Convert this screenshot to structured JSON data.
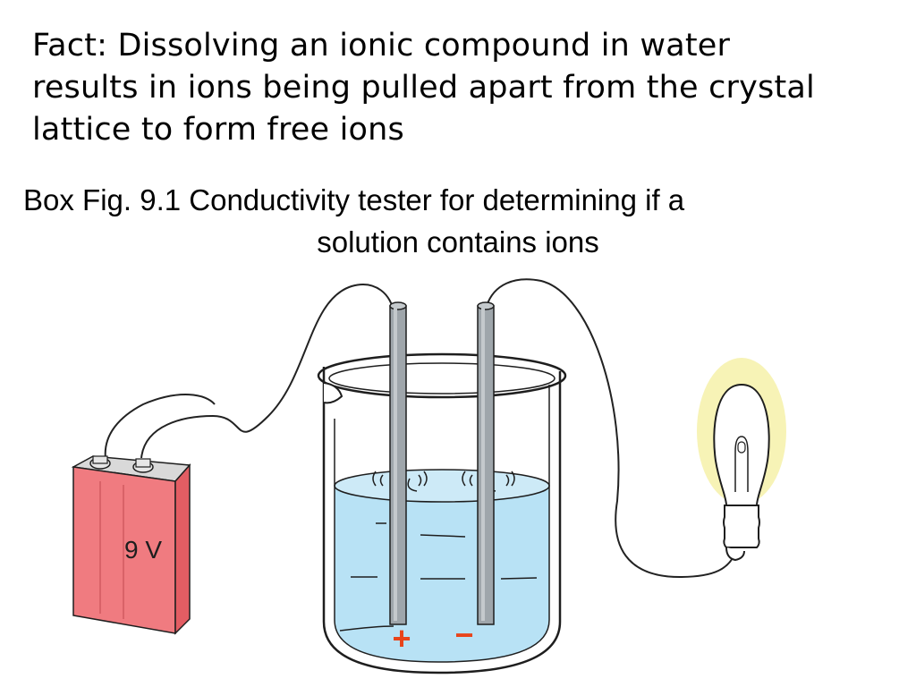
{
  "fact": {
    "lines": [
      "Fact:  Dissolving an ionic compound in water",
      "results in ions being pulled apart from the crystal",
      "lattice to form free ions"
    ]
  },
  "caption": {
    "line1": "Box Fig. 9.1  Conductivity tester for determining if a",
    "line2": "solution contains ions"
  },
  "figure": {
    "battery_label": "9 V",
    "anode_sign": "+",
    "cathode_sign": "−",
    "colors": {
      "battery": "#f07b80",
      "battery_top": "#d9d9d9",
      "water": "#b8e2f5",
      "electrode": "#9fa6ab",
      "bulb_glow": "#f7f3b6",
      "signs": "#e8441a"
    }
  }
}
